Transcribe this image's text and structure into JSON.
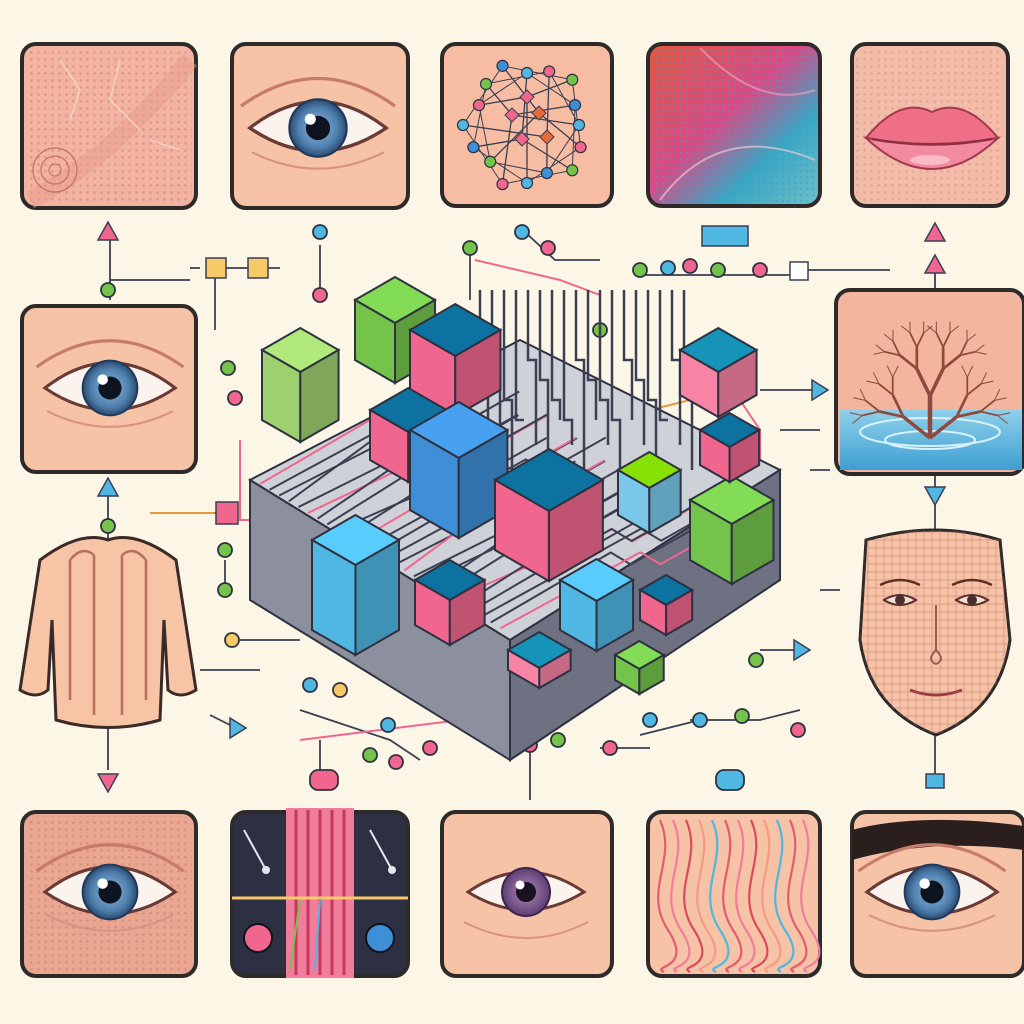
{
  "palette": {
    "background": "#fbf6e6",
    "skin": "#f6c3a6",
    "skin_dark": "#e79a86",
    "iris": "#4f7fae",
    "pink": "#f0668e",
    "green": "#74c44c",
    "cyan": "#4fb7e2",
    "blue": "#3f8fd6",
    "wire": "#3a3f52",
    "frame": "#2e2a2a"
  },
  "panels": [
    {
      "name": "panel-skin-texture",
      "icon": "skin-texture-icon"
    },
    {
      "name": "panel-eye-top",
      "icon": "eye-icon"
    },
    {
      "name": "panel-network-graph",
      "icon": "network-graph-icon"
    },
    {
      "name": "panel-color-texture",
      "icon": "color-texture-icon"
    },
    {
      "name": "panel-lips",
      "icon": "lips-icon"
    },
    {
      "name": "panel-eye-left",
      "icon": "eye-icon"
    },
    {
      "name": "panel-roots-water",
      "icon": "roots-icon"
    },
    {
      "name": "panel-torso",
      "icon": "torso-icon"
    },
    {
      "name": "panel-face-mesh",
      "icon": "face-mesh-icon"
    },
    {
      "name": "panel-eye-bottom-1",
      "icon": "eye-icon"
    },
    {
      "name": "panel-circuit-board",
      "icon": "circuit-board-icon"
    },
    {
      "name": "panel-eye-bottom-3",
      "icon": "eye-icon"
    },
    {
      "name": "panel-tissue",
      "icon": "tissue-icon"
    },
    {
      "name": "panel-eye-bottom-5",
      "icon": "eye-icon"
    }
  ],
  "center": {
    "icon": "isometric-cube-network-icon"
  }
}
